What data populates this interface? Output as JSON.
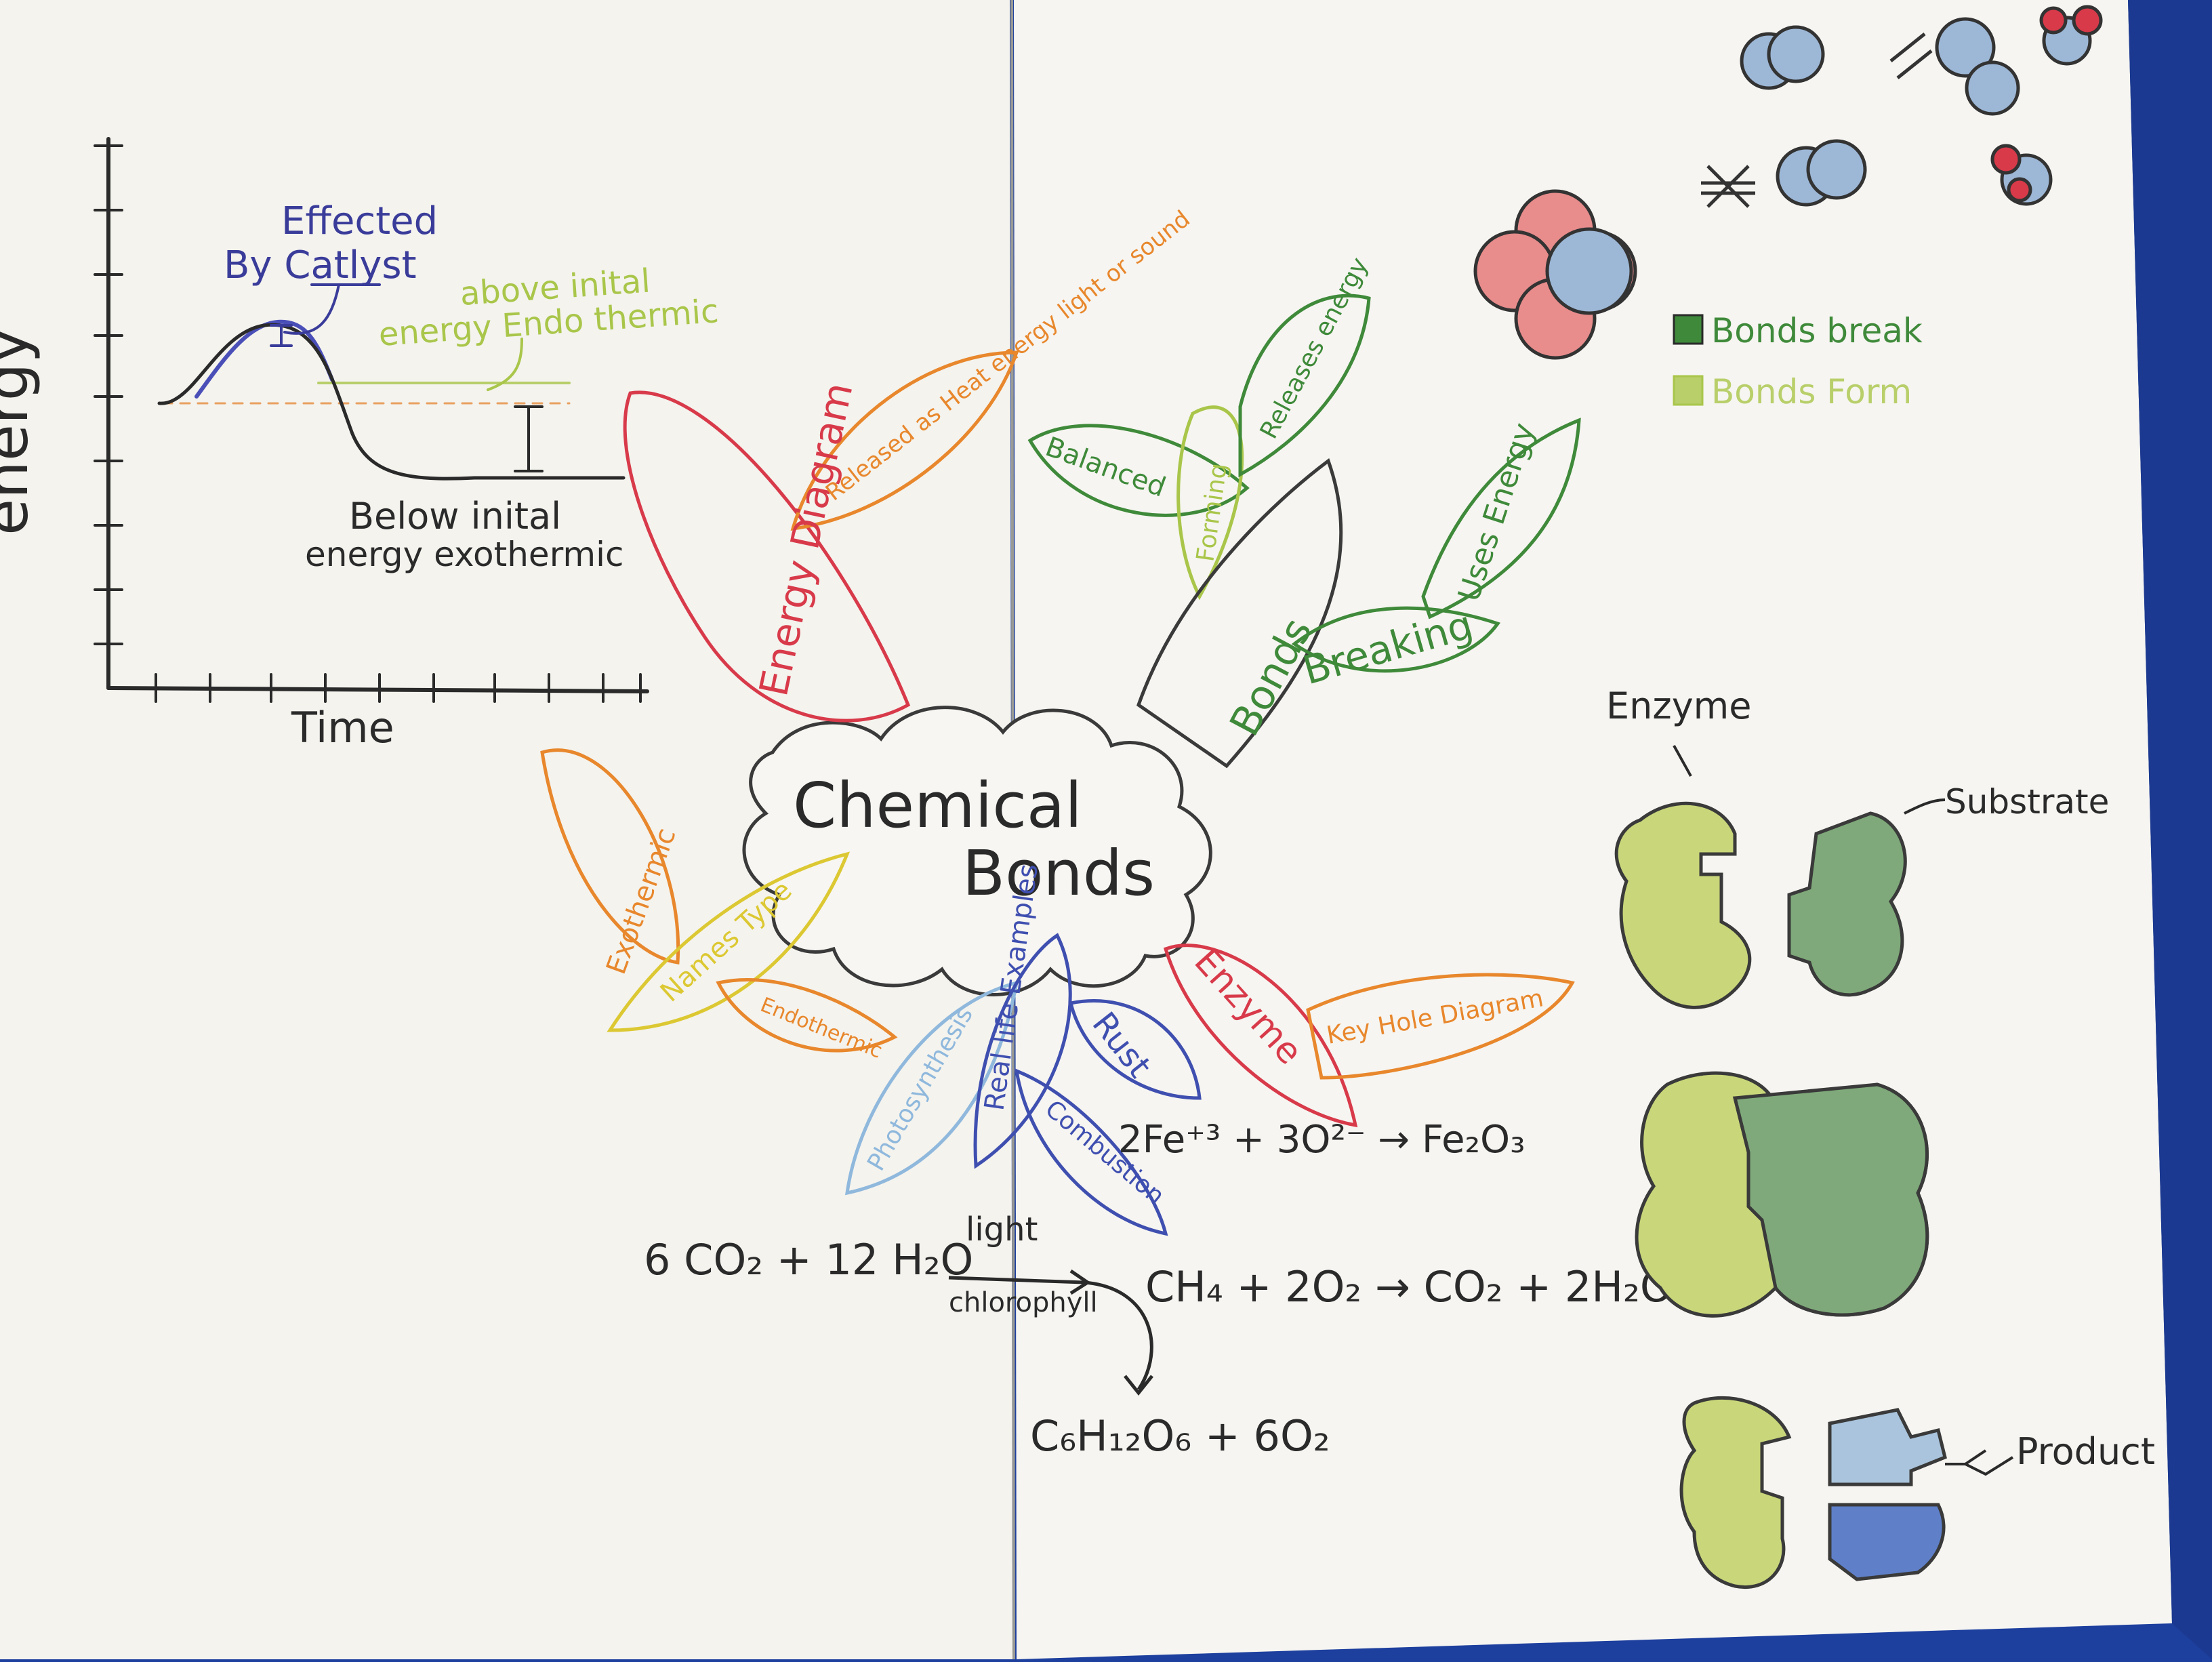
{
  "colors": {
    "background": "#1d3f9e",
    "paper": "#f4f3ee",
    "pencil": "#2a2a2a",
    "red": "#d83a4a",
    "orange": "#e8872c",
    "yellow": "#dcc832",
    "light_green": "#a9c64a",
    "dark_green": "#3f8a3a",
    "blue": "#3f4fb0",
    "light_blue": "#8fb8dc",
    "navy": "#3a3c9a",
    "enzyme_fill": "#c9d77a",
    "substrate_fill": "#7fa97a",
    "product_fill": "#8fa8d0"
  },
  "energy_graph": {
    "y_axis_label": "energy",
    "x_axis_label": "Time",
    "catalyst_note_line1": "Effected",
    "catalyst_note_line2": "By Catlyst",
    "endothermic_note_line1": "above inital",
    "endothermic_note_line2": "energy Endo thermic",
    "exothermic_note_line1": "Below inital",
    "exothermic_note_line2": "energy exothermic"
  },
  "center": {
    "line1": "Chemical",
    "line2": "Bonds"
  },
  "petals": {
    "energy_diagram": "Energy Diagram",
    "released": "Released as Heat energy light or sound",
    "balanced": "Balanced",
    "forming": "Forming",
    "releases_energy": "Releases energy",
    "bonds": "Bonds",
    "breaking": "Breaking",
    "uses_energy": "Uses Energy",
    "exothermic": "Exothermic",
    "names_type": "Names Type",
    "endothermic": "Endothermic",
    "photosynthesis": "Photosynthesis",
    "real_life_examples": "Real life Examples",
    "rust": "Rust",
    "combustion": "Combustion",
    "enzyme": "Enzyme",
    "key_hole_diagram": "Key Hole Diagram"
  },
  "equations": {
    "rust": "2Fe⁺³ + 3O²⁻ → Fe₂O₃",
    "photosynthesis_left": "6 CO₂ + 12 H₂O",
    "photosynthesis_over": "light",
    "photosynthesis_under": "chlorophyll",
    "photosynthesis_product": "C₆H₁₂O₆ + 6O₂",
    "combustion": "CH₄ + 2O₂ → CO₂ + 2H₂O"
  },
  "bond_legend": {
    "break": "Bonds break",
    "form": "Bonds Form"
  },
  "enzyme_model": {
    "enzyme_label": "Enzyme",
    "substrate_label": "Substrate",
    "product_label": "Product"
  }
}
